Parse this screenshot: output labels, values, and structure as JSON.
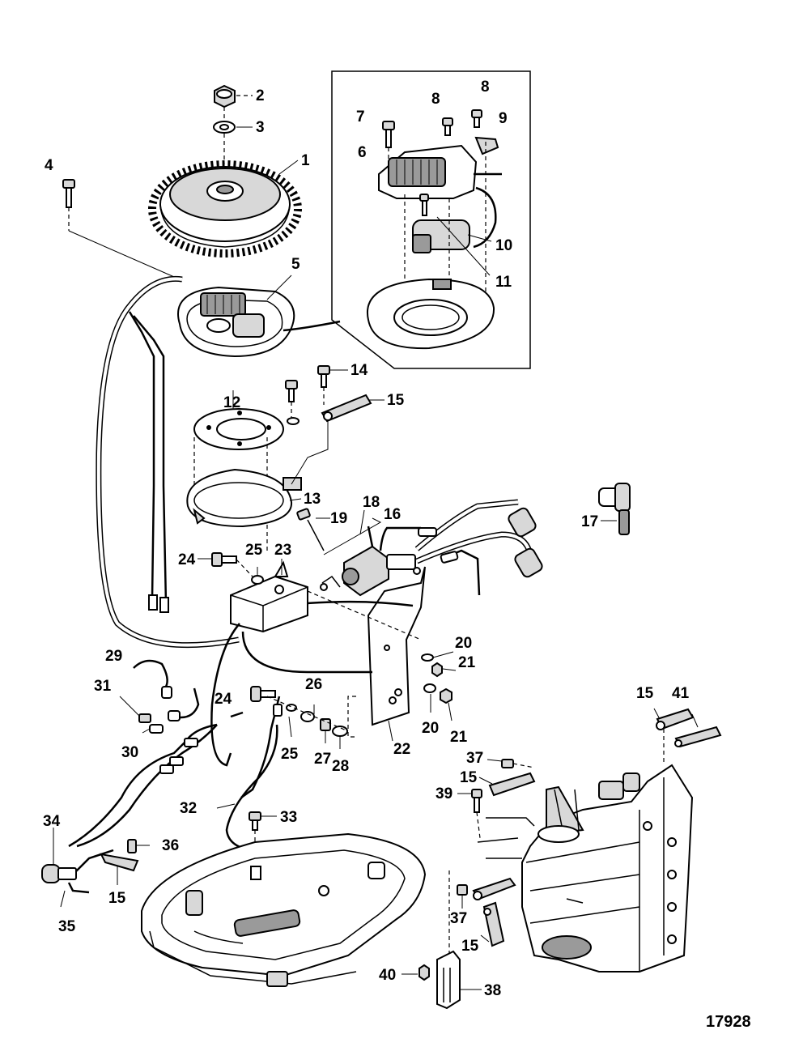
{
  "figure_number": "17928",
  "callouts": [
    {
      "id": "c-2",
      "text": "2"
    },
    {
      "id": "c-3",
      "text": "3"
    },
    {
      "id": "c-1",
      "text": "1"
    },
    {
      "id": "c-4",
      "text": "4"
    },
    {
      "id": "c-5",
      "text": "5"
    },
    {
      "id": "c-7",
      "text": "7"
    },
    {
      "id": "c-8a",
      "text": "8"
    },
    {
      "id": "c-8b",
      "text": "8"
    },
    {
      "id": "c-9",
      "text": "9"
    },
    {
      "id": "c-6",
      "text": "6"
    },
    {
      "id": "c-10",
      "text": "10"
    },
    {
      "id": "c-11",
      "text": "11"
    },
    {
      "id": "c-14",
      "text": "14"
    },
    {
      "id": "c-15a",
      "text": "15"
    },
    {
      "id": "c-12",
      "text": "12"
    },
    {
      "id": "c-13",
      "text": "13"
    },
    {
      "id": "c-17",
      "text": "17"
    },
    {
      "id": "c-19",
      "text": "19"
    },
    {
      "id": "c-18",
      "text": "18"
    },
    {
      "id": "c-16",
      "text": "16"
    },
    {
      "id": "c-24a",
      "text": "24"
    },
    {
      "id": "c-25a",
      "text": "25"
    },
    {
      "id": "c-23",
      "text": "23"
    },
    {
      "id": "c-20a",
      "text": "20"
    },
    {
      "id": "c-21a",
      "text": "21"
    },
    {
      "id": "c-29",
      "text": "29"
    },
    {
      "id": "c-31",
      "text": "31"
    },
    {
      "id": "c-26",
      "text": "26"
    },
    {
      "id": "c-24b",
      "text": "24"
    },
    {
      "id": "c-20b",
      "text": "20"
    },
    {
      "id": "c-21b",
      "text": "21"
    },
    {
      "id": "c-30",
      "text": "30"
    },
    {
      "id": "c-25b",
      "text": "25"
    },
    {
      "id": "c-27",
      "text": "27"
    },
    {
      "id": "c-28",
      "text": "28"
    },
    {
      "id": "c-22",
      "text": "22"
    },
    {
      "id": "c-15b",
      "text": "15"
    },
    {
      "id": "c-41",
      "text": "41"
    },
    {
      "id": "c-37a",
      "text": "37"
    },
    {
      "id": "c-15c",
      "text": "15"
    },
    {
      "id": "c-39",
      "text": "39"
    },
    {
      "id": "c-32",
      "text": "32"
    },
    {
      "id": "c-33",
      "text": "33"
    },
    {
      "id": "c-34",
      "text": "34"
    },
    {
      "id": "c-36",
      "text": "36"
    },
    {
      "id": "c-15d",
      "text": "15"
    },
    {
      "id": "c-35",
      "text": "35"
    },
    {
      "id": "c-37b",
      "text": "37"
    },
    {
      "id": "c-15e",
      "text": "15"
    },
    {
      "id": "c-40",
      "text": "40"
    },
    {
      "id": "c-38",
      "text": "38"
    }
  ]
}
